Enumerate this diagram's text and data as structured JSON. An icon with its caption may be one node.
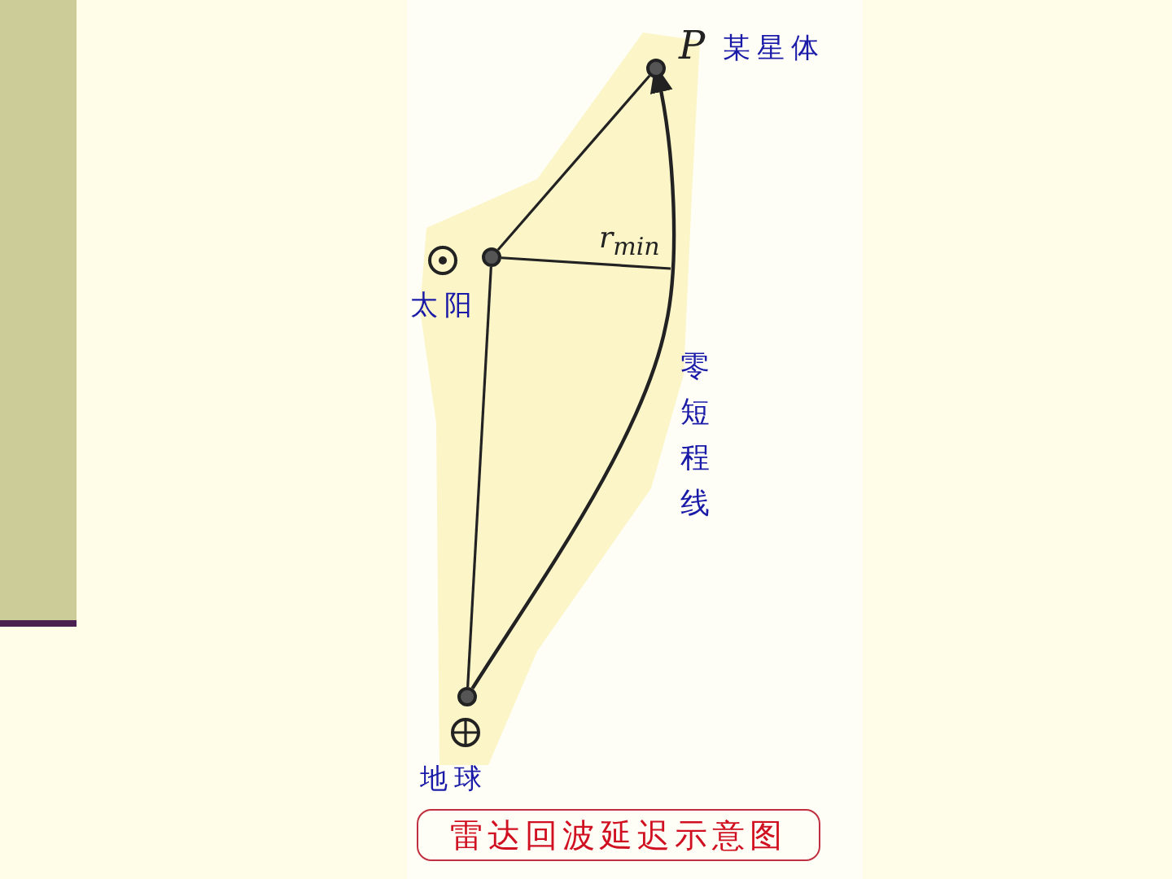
{
  "diagram": {
    "caption": "雷达回波延迟示意图",
    "nodes": [
      {
        "text": [],
        "shape": "circle",
        "beside": [
          "P",
          "某星体"
        ]
      },
      {
        "text": [],
        "shape": "circle",
        "beside": [
          "太阳"
        ]
      },
      {
        "text": [],
        "shape": "circle",
        "beside": [
          "地球"
        ]
      }
    ],
    "edges": [
      {
        "from": 1,
        "to": 0,
        "arrow": "none"
      },
      {
        "from": 2,
        "to": 1,
        "arrow": "none"
      },
      {
        "from": 2,
        "to": 0,
        "arrow": "to",
        "label": "零短程线"
      },
      {
        "from": 1,
        "to": null,
        "arrow": "none",
        "label": "r$_{min}$"
      }
    ]
  }
}
